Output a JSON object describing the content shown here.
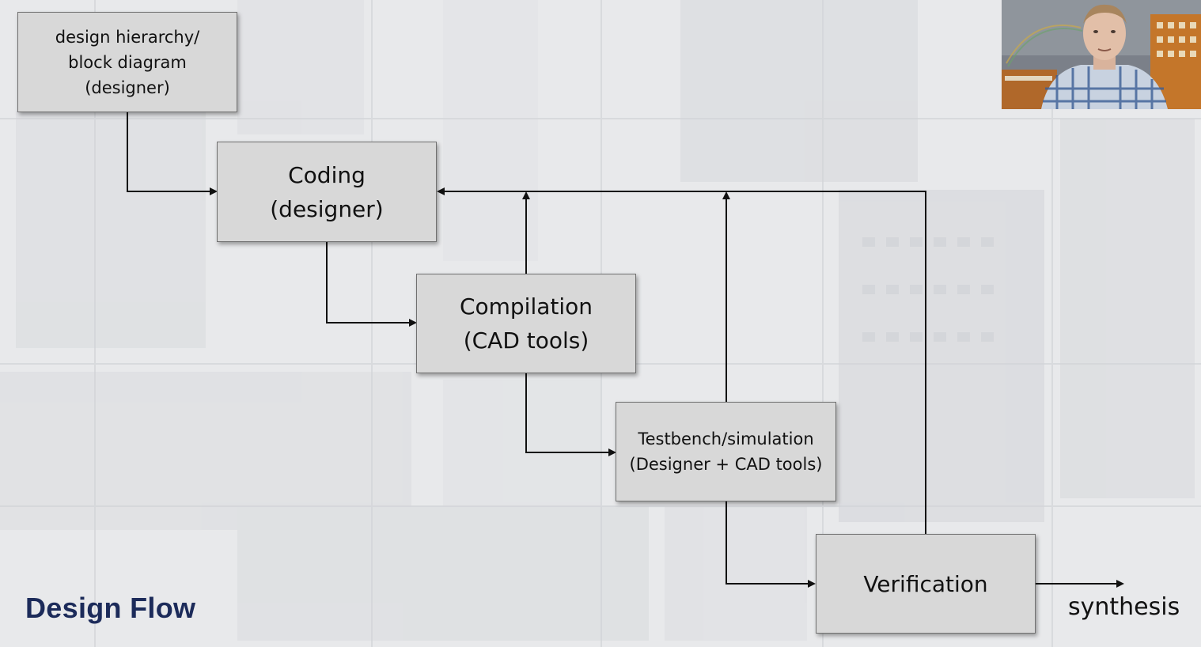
{
  "slide": {
    "title": "Design Flow"
  },
  "flow": {
    "boxes": {
      "design_hierarchy": "design hierarchy/\nblock diagram\n(designer)",
      "coding": "Coding\n(designer)",
      "compilation": "Compilation\n(CAD tools)",
      "testbench": "Testbench/simulation\n(Designer + CAD tools)",
      "verification": "Verification"
    },
    "output_label": "synthesis"
  },
  "colors": {
    "box_fill": "#d8d8d8",
    "box_border": "#707070",
    "arrow": "#111111",
    "title": "#1c2b5a"
  },
  "webcam": {
    "content": "presenter-video"
  }
}
